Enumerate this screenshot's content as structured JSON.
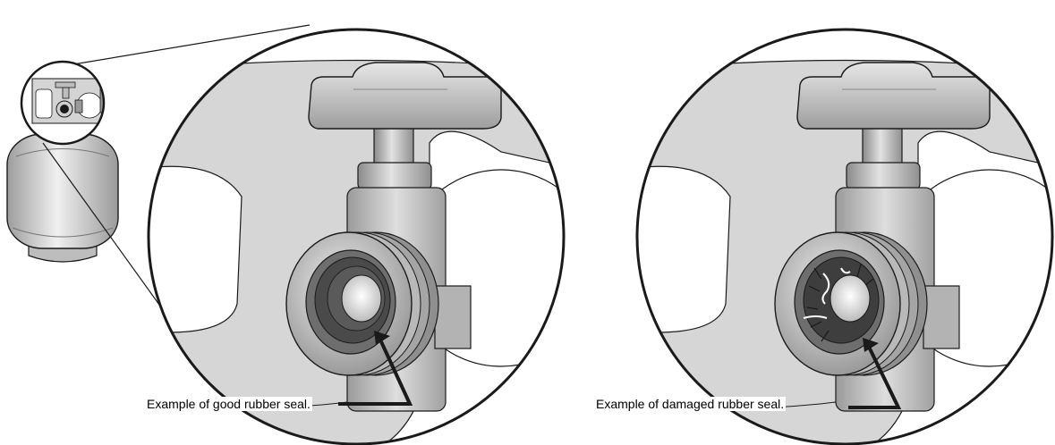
{
  "panels": [
    {
      "id": "good",
      "caption": "Example of good rubber seal.",
      "seal_condition": "good"
    },
    {
      "id": "damaged",
      "caption": "Example of damaged rubber seal.",
      "seal_condition": "damaged"
    }
  ],
  "colors": {
    "outline": "#1a1a1a",
    "background_light": "#d8d8d8",
    "valve_light": "#cfcfcf",
    "valve_mid": "#a8a8a8",
    "valve_dark": "#6e6e6e",
    "seal_good": "#4a4a4a",
    "seal_crack": "#ffffff"
  }
}
